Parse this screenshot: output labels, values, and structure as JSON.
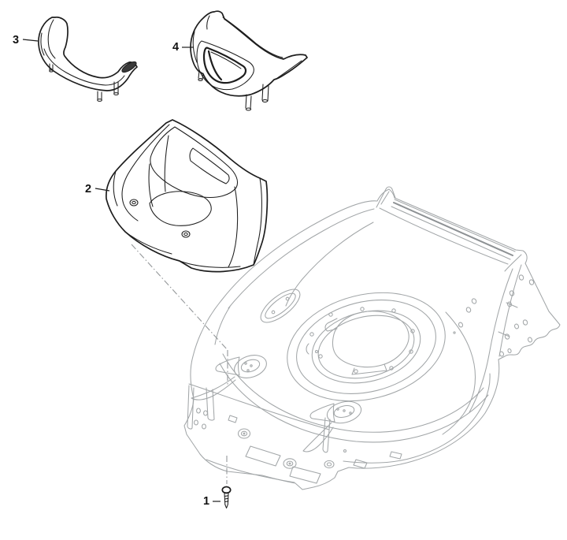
{
  "figure": {
    "background_color": "#ffffff",
    "part_line_color": "#1d1d1d",
    "deck_line_color": "#a2a6a8",
    "deck_rail_color": "#8d9194",
    "dash_line_color": "#95989a",
    "grip_fill_color": "#3a3a3a"
  },
  "callouts": [
    {
      "number": "1"
    },
    {
      "number": "2"
    },
    {
      "number": "3"
    },
    {
      "number": "4"
    }
  ]
}
